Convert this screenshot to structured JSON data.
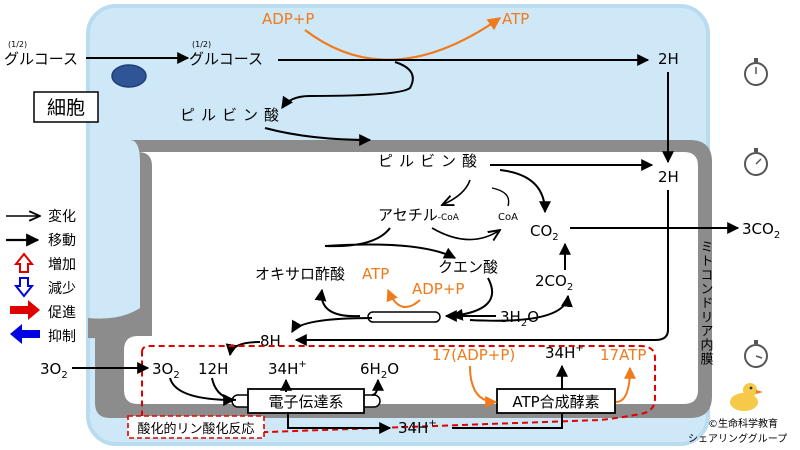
{
  "cell_label": "細胞",
  "glucose_prefix": "(1/2)",
  "glucose": "グルコース",
  "adp_p_top": "ADP+P",
  "atp_top": "ATP",
  "pyruvate": "ピルビン酸",
  "two_h": "2H",
  "acetyl": "アセチル",
  "coa_suffix": "-CoA",
  "coa": "CoA",
  "co2": "CO",
  "co2_sub": "2",
  "three_co2": "3CO",
  "two_co2": "2CO",
  "citric": "クエン酸",
  "oxaloacetate": "オキサロ酢酸",
  "atp_cycle": "ATP",
  "adp_p_cycle": "ADP+P",
  "three_h2o": "3H",
  "h2o_o": "O",
  "eight_h": "8H",
  "mito_label": "ミトコンドリア内膜",
  "three_o2": "3O",
  "twelve_h": "12H",
  "thirtyfour_h": "34H",
  "plus": "+",
  "six_h2o": "6H",
  "adp_p_17": "17(ADP+P)",
  "atp_17": "17ATP",
  "electron_transport": "電子伝達系",
  "atp_synthase": "ATP合成酵素",
  "oxphos_label": "酸化的リン酸化反応",
  "credit_line1": "©生命科学教育",
  "credit_line2": "シェアリンググループ",
  "legend": [
    {
      "label": "変化",
      "icon": "thin-arrow-icon"
    },
    {
      "label": "移動",
      "icon": "bold-arrow-icon"
    },
    {
      "label": "増加",
      "icon": "up-outline-arrow-icon",
      "color": "#e00000"
    },
    {
      "label": "減少",
      "icon": "down-outline-arrow-icon",
      "color": "#0000e0"
    },
    {
      "label": "促進",
      "icon": "right-block-arrow-icon",
      "color": "#e00000"
    },
    {
      "label": "抑制",
      "icon": "left-block-arrow-icon",
      "color": "#0000e0"
    }
  ],
  "colors": {
    "cytoplasm": "#cfe8f7",
    "cell_border": "#b9dcf0",
    "membrane": "#8c8c8c",
    "atp_orange": "#f07a1c",
    "oxphos_red": "#e00000",
    "nucleus_blue": "#2f5597"
  }
}
